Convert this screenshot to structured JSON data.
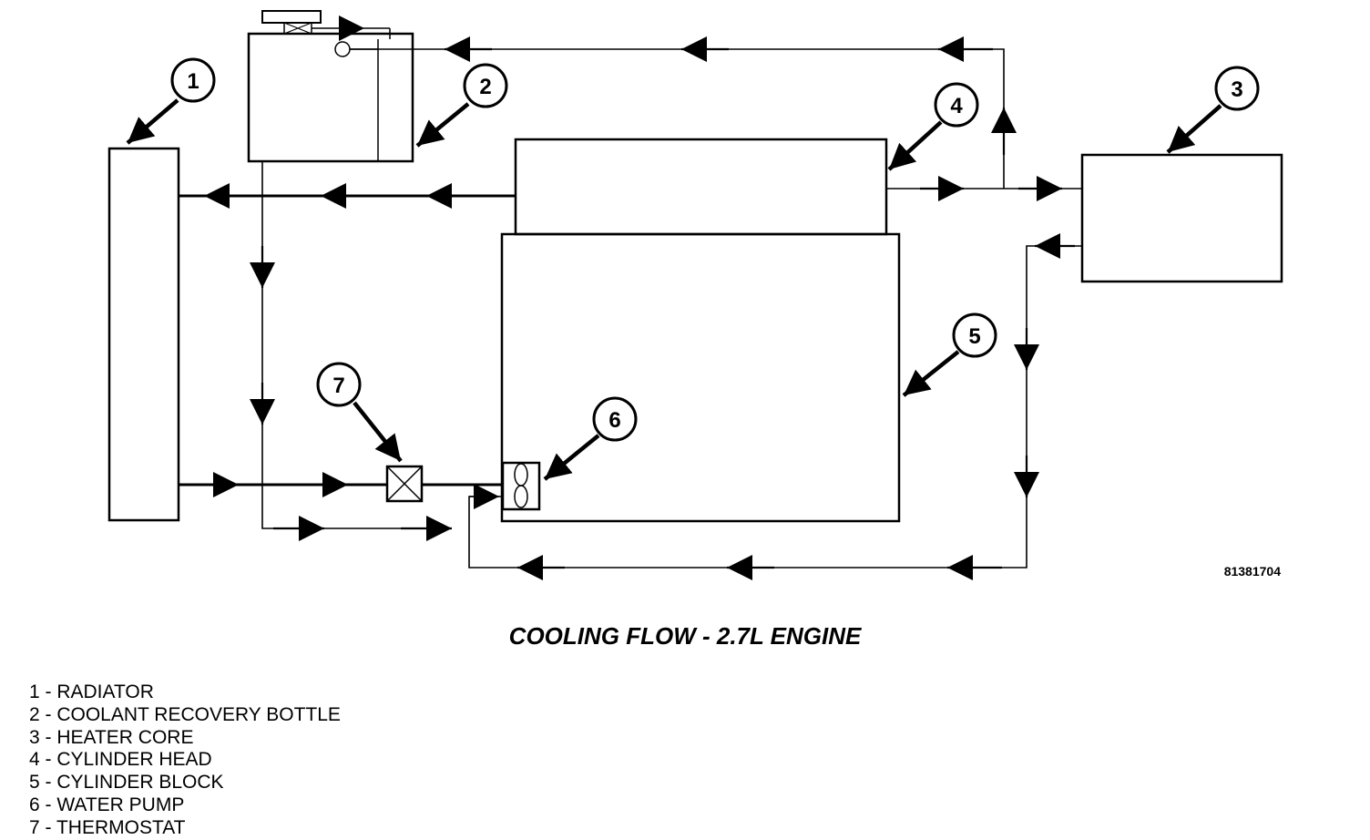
{
  "caption": "COOLING FLOW - 2.7L ENGINE",
  "figure_id": "81381704",
  "callouts": [
    "1",
    "2",
    "3",
    "4",
    "5",
    "6",
    "7"
  ],
  "legend": [
    "1 - RADIATOR",
    "2 - COOLANT RECOVERY BOTTLE",
    "3 - HEATER CORE",
    "4 - CYLINDER HEAD",
    "5 - CYLINDER BLOCK",
    "6 - WATER PUMP",
    "7 - THERMOSTAT"
  ]
}
